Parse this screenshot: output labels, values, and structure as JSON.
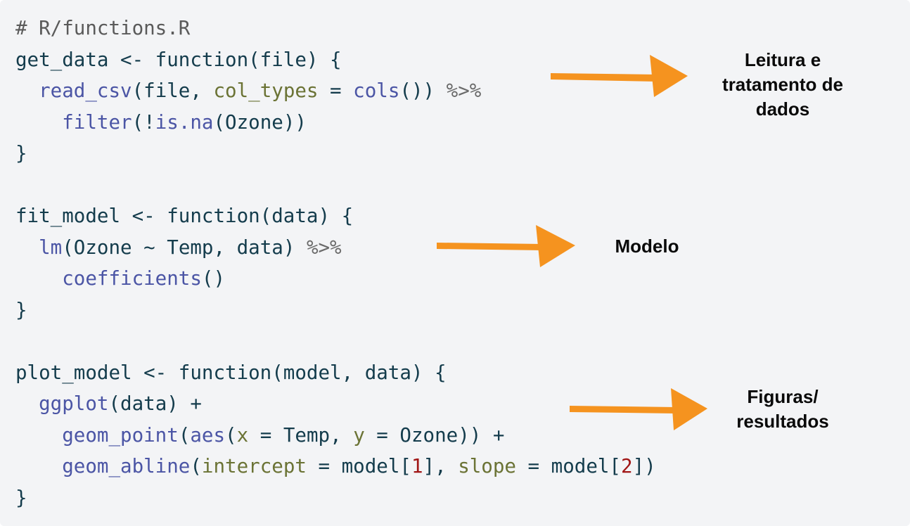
{
  "code": {
    "lines": [
      [
        {
          "t": "# R/functions.R",
          "c": "comment"
        }
      ],
      [
        {
          "t": "get_data <- function(file) {",
          "c": "plain"
        }
      ],
      [
        {
          "t": "  ",
          "c": "plain"
        },
        {
          "t": "read_csv",
          "c": "fn"
        },
        {
          "t": "(file, ",
          "c": "plain"
        },
        {
          "t": "col_types",
          "c": "arg"
        },
        {
          "t": " = ",
          "c": "plain"
        },
        {
          "t": "cols",
          "c": "fn"
        },
        {
          "t": "()) ",
          "c": "plain"
        },
        {
          "t": "%>%",
          "c": "op"
        }
      ],
      [
        {
          "t": "    ",
          "c": "plain"
        },
        {
          "t": "filter",
          "c": "fn"
        },
        {
          "t": "(!",
          "c": "plain"
        },
        {
          "t": "is.na",
          "c": "fn"
        },
        {
          "t": "(Ozone))",
          "c": "plain"
        }
      ],
      [
        {
          "t": "}",
          "c": "plain"
        }
      ],
      [
        {
          "t": "",
          "c": "plain"
        }
      ],
      [
        {
          "t": "fit_model <- function(data) {",
          "c": "plain"
        }
      ],
      [
        {
          "t": "  ",
          "c": "plain"
        },
        {
          "t": "lm",
          "c": "fn"
        },
        {
          "t": "(Ozone ~ Temp, data) ",
          "c": "plain"
        },
        {
          "t": "%>%",
          "c": "op"
        }
      ],
      [
        {
          "t": "    ",
          "c": "plain"
        },
        {
          "t": "coefficients",
          "c": "fn"
        },
        {
          "t": "()",
          "c": "plain"
        }
      ],
      [
        {
          "t": "}",
          "c": "plain"
        }
      ],
      [
        {
          "t": "",
          "c": "plain"
        }
      ],
      [
        {
          "t": "plot_model <- function(model, data) {",
          "c": "plain"
        }
      ],
      [
        {
          "t": "  ",
          "c": "plain"
        },
        {
          "t": "ggplot",
          "c": "fn"
        },
        {
          "t": "(data) +",
          "c": "plain"
        }
      ],
      [
        {
          "t": "    ",
          "c": "plain"
        },
        {
          "t": "geom_point",
          "c": "fn"
        },
        {
          "t": "(",
          "c": "plain"
        },
        {
          "t": "aes",
          "c": "fn"
        },
        {
          "t": "(",
          "c": "plain"
        },
        {
          "t": "x",
          "c": "arg"
        },
        {
          "t": " = Temp, ",
          "c": "plain"
        },
        {
          "t": "y",
          "c": "arg"
        },
        {
          "t": " = Ozone)) +",
          "c": "plain"
        }
      ],
      [
        {
          "t": "    ",
          "c": "plain"
        },
        {
          "t": "geom_abline",
          "c": "fn"
        },
        {
          "t": "(",
          "c": "plain"
        },
        {
          "t": "intercept",
          "c": "arg"
        },
        {
          "t": " = model[",
          "c": "plain"
        },
        {
          "t": "1",
          "c": "num"
        },
        {
          "t": "], ",
          "c": "plain"
        },
        {
          "t": "slope",
          "c": "arg"
        },
        {
          "t": " = model[",
          "c": "plain"
        },
        {
          "t": "2",
          "c": "num"
        },
        {
          "t": "])",
          "c": "plain"
        }
      ],
      [
        {
          "t": "}",
          "c": "plain"
        }
      ]
    ]
  },
  "annotations": {
    "data_label": "Leitura e\ntratamento de\ndados",
    "model_label": "Modelo",
    "results_label": "Figuras/\nresultados"
  },
  "colors": {
    "arrow": "#f5931f",
    "background": "#f3f4f6"
  }
}
